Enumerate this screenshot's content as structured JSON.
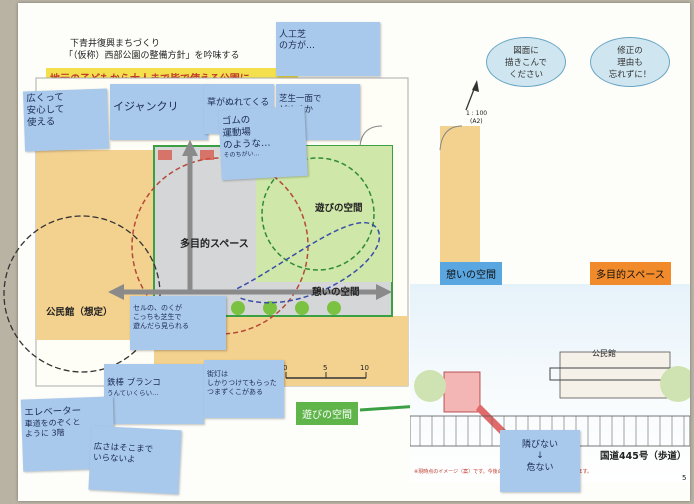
{
  "header": {
    "line1": "下青井復興まちづくり",
    "line2": "「（仮称）西部公園の整備方針」を吟味する",
    "banner": "地元の子どもから大人まで皆で使える公園に"
  },
  "bubbles": [
    {
      "lines": [
        "図面に",
        "描きこんで",
        "ください"
      ]
    },
    {
      "lines": [
        "修正の",
        "理由も",
        "忘れずに！"
      ]
    }
  ],
  "scale_note": {
    "ratio": "1 : 100",
    "code": "(A2)"
  },
  "plan_labels": {
    "multipurpose": "多目的スペース",
    "play": "遊びの空間",
    "rest": "憩いの空間",
    "hall": "公民館（想定）",
    "scale_ticks": [
      "0",
      "5",
      "10"
    ]
  },
  "perspective": {
    "rest_label": "憩いの空間",
    "multi_label": "多目的スペース",
    "play_label": "遊びの空間",
    "hall_sign": "公民館",
    "road": "国道445号（歩道）",
    "note": "※現時点のイメージ（案）です。今後の検討により変更する可能性があります。",
    "page_no": "5"
  },
  "stickies": [
    {
      "lines": [
        "広くって",
        "安心して",
        "使える"
      ]
    },
    {
      "lines": [
        "イジャンクリ"
      ]
    },
    {
      "lines": [
        "草がぬれてくる"
      ]
    },
    {
      "lines": [
        "人工芝",
        "の方が…"
      ]
    },
    {
      "lines": [
        "芝生一面で",
        "どぬくか"
      ]
    },
    {
      "lines": [
        "ゴムの",
        "運動場",
        "のような…",
        "そのちがい…"
      ]
    },
    {
      "lines": [
        "セルの、のくが",
        "こっちも芝生で",
        "遊んだら見られる"
      ]
    },
    {
      "lines": [
        "鉄棒 ブランコ",
        "うんていくらい…"
      ]
    },
    {
      "lines": [
        "街灯は",
        "しかりつけてもらった",
        "つまずくこがある"
      ]
    },
    {
      "lines": [
        "エレベーター",
        "車道をのぞくと",
        "ように 3階"
      ]
    },
    {
      "lines": [
        "広さはそこまで",
        "いらないよ"
      ]
    },
    {
      "lines": [
        "隣びない",
        "↓",
        "危ない"
      ]
    }
  ]
}
